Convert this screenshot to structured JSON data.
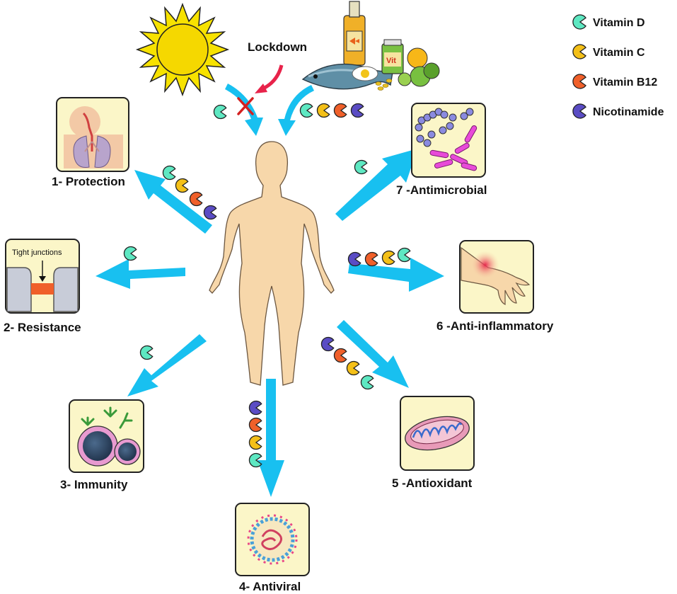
{
  "colors": {
    "vitamin_d": "#5ee8c2",
    "vitamin_c": "#f4c018",
    "vitamin_b12": "#f0602a",
    "nicotinamide": "#5a4cc4",
    "arrow": "#18c0f0",
    "box_bg": "#fbf6c8",
    "skin": "#f7d7aa"
  },
  "legend": [
    {
      "key": "vitamin_d",
      "label": "Vitamin D"
    },
    {
      "key": "vitamin_c",
      "label": "Vitamin C"
    },
    {
      "key": "vitamin_b12",
      "label": "Vitamin B12"
    },
    {
      "key": "nicotinamide",
      "label": "Nicotinamide"
    }
  ],
  "sources": {
    "lockdown_label": "Lockdown",
    "sun_icon": "sun-icon",
    "food_icon": "fish-bottle-fruit-icon",
    "vit_jar_label": "Vit"
  },
  "effects": [
    {
      "label": "1- Protection",
      "icon": "respiratory-system-icon",
      "vitamins": [
        "vitamin_d",
        "vitamin_c",
        "vitamin_b12",
        "nicotinamide"
      ]
    },
    {
      "label": "2- Resistance",
      "icon": "tight-junction-icon",
      "inner_text": "Tight junctions",
      "vitamins": [
        "vitamin_d"
      ]
    },
    {
      "label": "3- Immunity",
      "icon": "antibody-cells-icon",
      "vitamins": [
        "vitamin_d"
      ]
    },
    {
      "label": "4- Antiviral",
      "icon": "virus-icon",
      "vitamins": [
        "nicotinamide",
        "vitamin_b12",
        "vitamin_c",
        "vitamin_d"
      ]
    },
    {
      "label": "5 -Antioxidant",
      "icon": "mitochondrion-icon",
      "vitamins": [
        "nicotinamide",
        "vitamin_b12",
        "vitamin_c",
        "vitamin_d"
      ]
    },
    {
      "label": "6 -Anti-inflammatory",
      "icon": "inflamed-wrist-icon",
      "vitamins": [
        "nicotinamide",
        "vitamin_b12",
        "vitamin_c",
        "vitamin_d"
      ]
    },
    {
      "label": "7 -Antimicrobial",
      "icon": "bacteria-icon",
      "vitamins": [
        "vitamin_d"
      ]
    }
  ]
}
